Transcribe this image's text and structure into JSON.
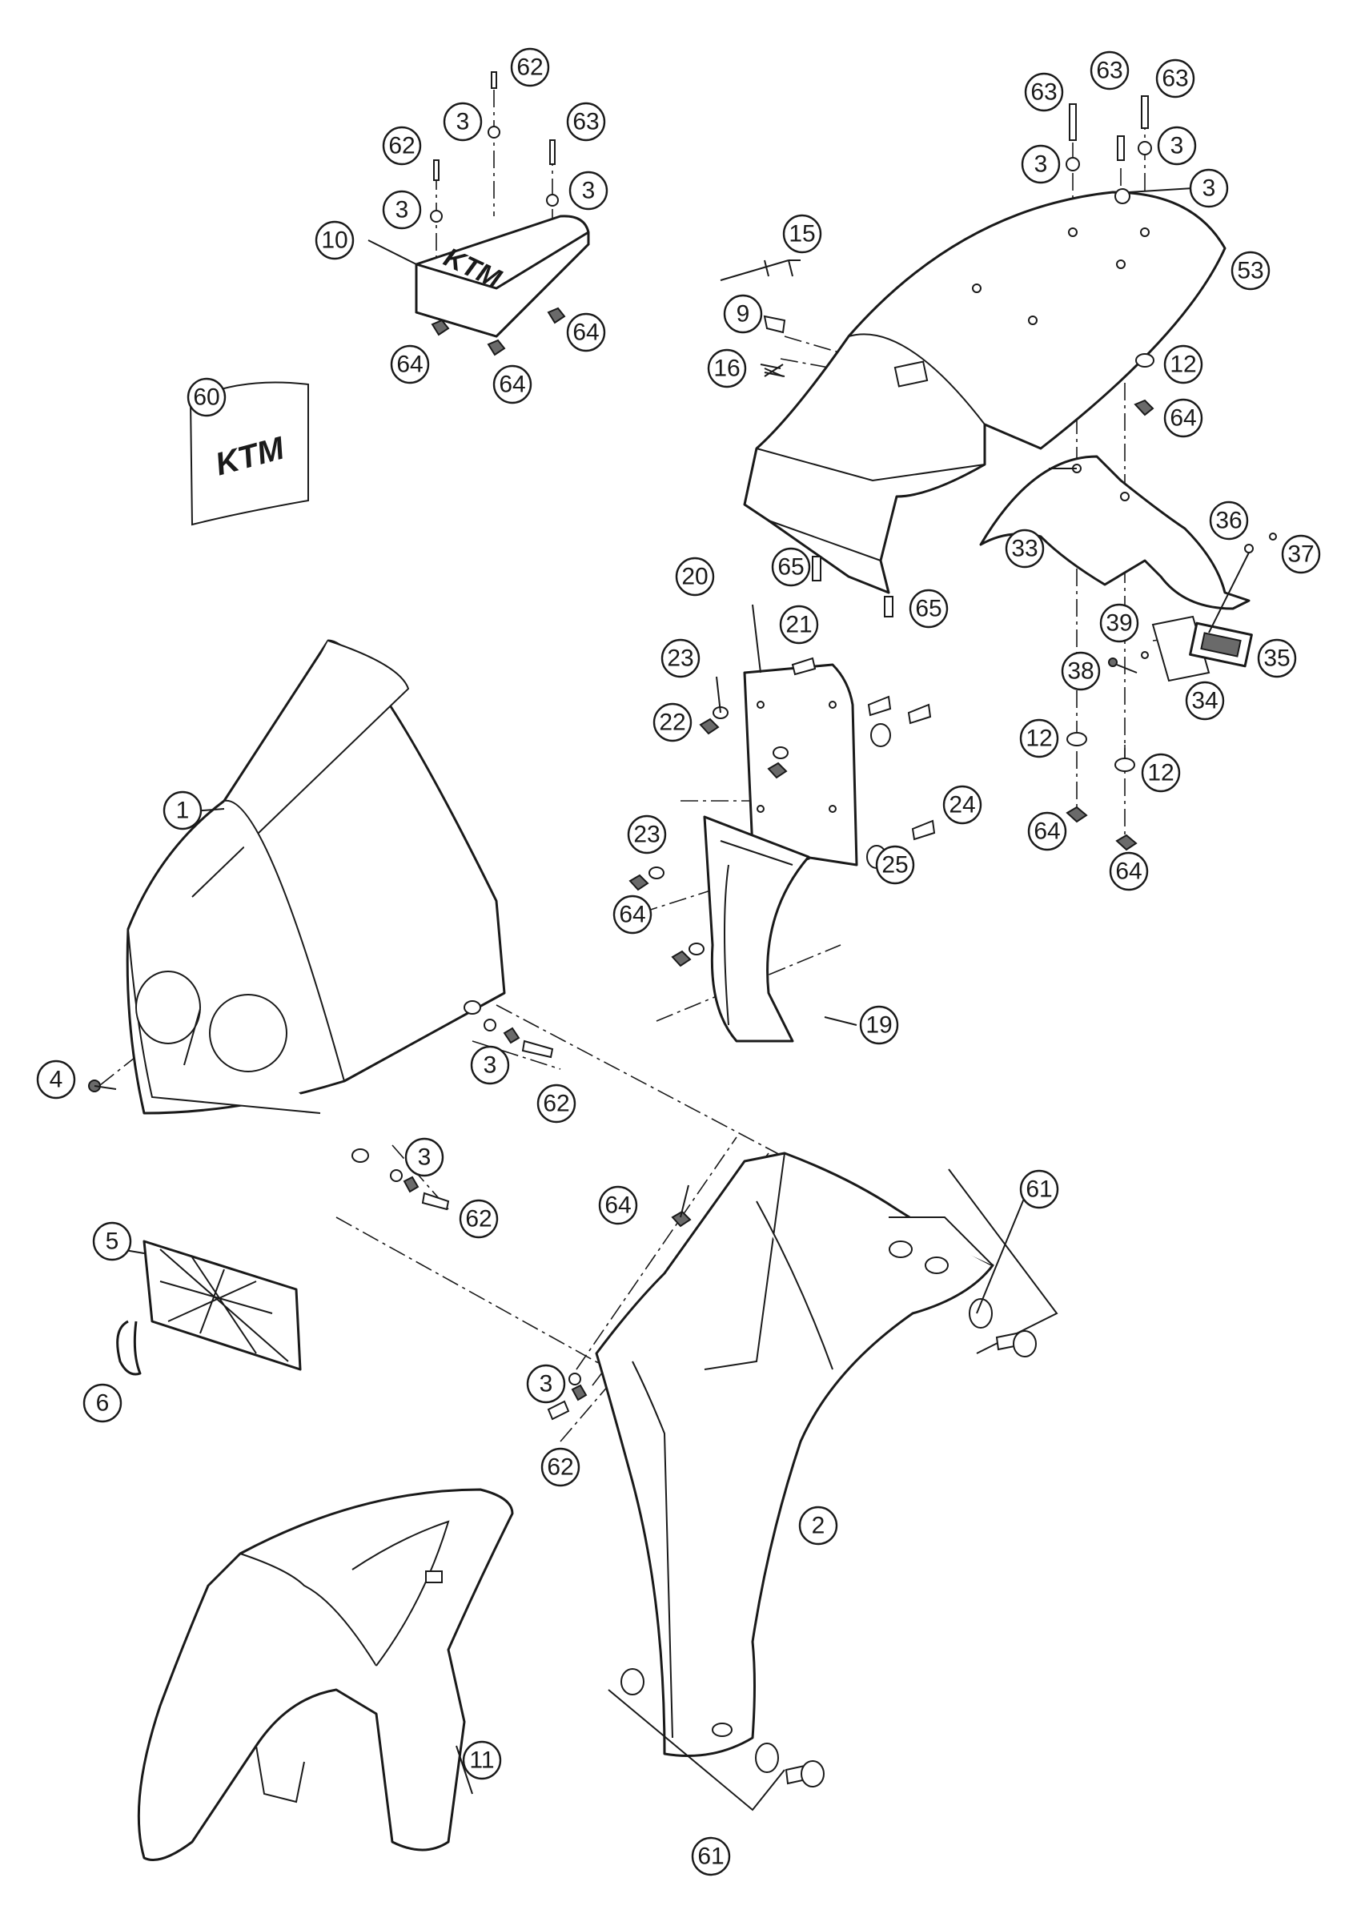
{
  "brand": {
    "logo_text": "KTM"
  },
  "callouts": [
    {
      "id": "c62a",
      "label": "62"
    },
    {
      "id": "c3a",
      "label": "3"
    },
    {
      "id": "c63a",
      "label": "63"
    },
    {
      "id": "c62b",
      "label": "62"
    },
    {
      "id": "c3b",
      "label": "3"
    },
    {
      "id": "c3c",
      "label": "3"
    },
    {
      "id": "c10",
      "label": "10"
    },
    {
      "id": "c64a",
      "label": "64"
    },
    {
      "id": "c64b",
      "label": "64"
    },
    {
      "id": "c64c",
      "label": "64"
    },
    {
      "id": "c60",
      "label": "60"
    },
    {
      "id": "c63b",
      "label": "63"
    },
    {
      "id": "c63c",
      "label": "63"
    },
    {
      "id": "c63d",
      "label": "63"
    },
    {
      "id": "c3d",
      "label": "3"
    },
    {
      "id": "c3e",
      "label": "3"
    },
    {
      "id": "c3f",
      "label": "3"
    },
    {
      "id": "c53",
      "label": "53"
    },
    {
      "id": "c15",
      "label": "15"
    },
    {
      "id": "c9",
      "label": "9"
    },
    {
      "id": "c16",
      "label": "16"
    },
    {
      "id": "c12a",
      "label": "12"
    },
    {
      "id": "c64d",
      "label": "64"
    },
    {
      "id": "c33",
      "label": "33"
    },
    {
      "id": "c36",
      "label": "36"
    },
    {
      "id": "c37",
      "label": "37"
    },
    {
      "id": "c65a",
      "label": "65"
    },
    {
      "id": "c65b",
      "label": "65"
    },
    {
      "id": "c39",
      "label": "39"
    },
    {
      "id": "c35",
      "label": "35"
    },
    {
      "id": "c38",
      "label": "38"
    },
    {
      "id": "c34",
      "label": "34"
    },
    {
      "id": "c12b",
      "label": "12"
    },
    {
      "id": "c12c",
      "label": "12"
    },
    {
      "id": "c64e",
      "label": "64"
    },
    {
      "id": "c64f",
      "label": "64"
    },
    {
      "id": "c20",
      "label": "20"
    },
    {
      "id": "c21",
      "label": "21"
    },
    {
      "id": "c23a",
      "label": "23"
    },
    {
      "id": "c22",
      "label": "22"
    },
    {
      "id": "c24",
      "label": "24"
    },
    {
      "id": "c23b",
      "label": "23"
    },
    {
      "id": "c25",
      "label": "25"
    },
    {
      "id": "c64g",
      "label": "64"
    },
    {
      "id": "c19",
      "label": "19"
    },
    {
      "id": "c1",
      "label": "1"
    },
    {
      "id": "c4",
      "label": "4"
    },
    {
      "id": "c3g",
      "label": "3"
    },
    {
      "id": "c62c",
      "label": "62"
    },
    {
      "id": "c3h",
      "label": "3"
    },
    {
      "id": "c62d",
      "label": "62"
    },
    {
      "id": "c5",
      "label": "5"
    },
    {
      "id": "c6",
      "label": "6"
    },
    {
      "id": "c64h",
      "label": "64"
    },
    {
      "id": "c61a",
      "label": "61"
    },
    {
      "id": "c3i",
      "label": "3"
    },
    {
      "id": "c62e",
      "label": "62"
    },
    {
      "id": "c2",
      "label": "2"
    },
    {
      "id": "c11",
      "label": "11"
    },
    {
      "id": "c61b",
      "label": "61"
    }
  ]
}
